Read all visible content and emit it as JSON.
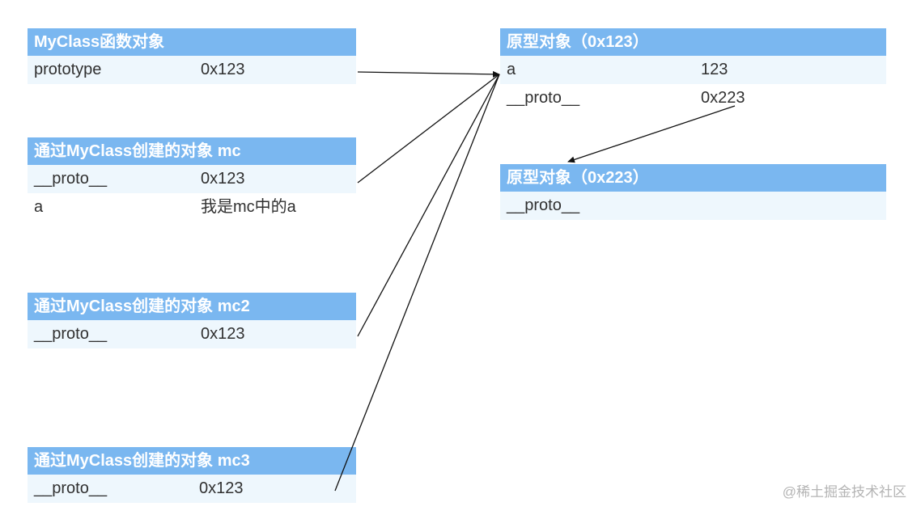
{
  "boxes": {
    "myclass": {
      "title": "MyClass函数对象",
      "rows": [
        {
          "key": "prototype",
          "value": "0x123"
        }
      ]
    },
    "mc": {
      "title": "通过MyClass创建的对象 mc",
      "rows": [
        {
          "key": "__proto__",
          "value": "0x123"
        },
        {
          "key": "a",
          "value": "我是mc中的a"
        }
      ]
    },
    "mc2": {
      "title": "通过MyClass创建的对象 mc2",
      "rows": [
        {
          "key": "__proto__",
          "value": "0x123"
        }
      ]
    },
    "mc3": {
      "title": "通过MyClass创建的对象 mc3",
      "rows": [
        {
          "key": "__proto__",
          "value": "0x123"
        }
      ]
    },
    "proto123": {
      "title": "原型对象（0x123）",
      "rows": [
        {
          "key": "a",
          "value": "123"
        },
        {
          "key": "__proto__",
          "value": "0x223"
        }
      ]
    },
    "proto223": {
      "title": "原型对象（0x223）",
      "rows": [
        {
          "key": "__proto__",
          "value": ""
        }
      ]
    }
  },
  "watermark": "@稀土掘金技术社区",
  "colors": {
    "header": "#7ab7f0",
    "row_tint": "#eef7fd",
    "line": "#111111"
  }
}
